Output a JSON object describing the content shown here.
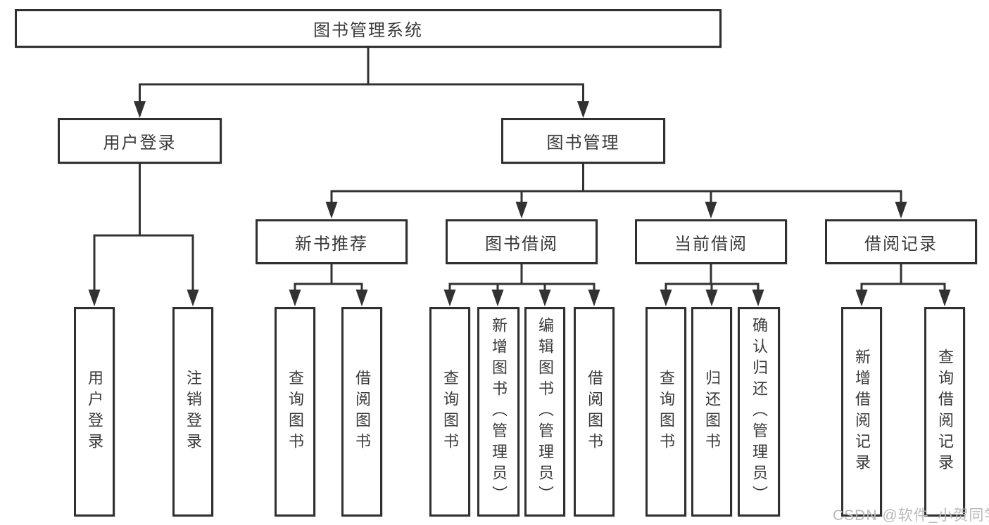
{
  "diagram": {
    "root": {
      "label": "图书管理系统"
    },
    "branches": [
      {
        "label": "用户登录",
        "children": [
          {
            "label": "用户登录"
          },
          {
            "label": "注销登录"
          }
        ]
      },
      {
        "label": "图书管理",
        "children": [
          {
            "label": "新书推荐",
            "children": [
              {
                "label": "查询图书"
              },
              {
                "label": "借阅图书"
              }
            ]
          },
          {
            "label": "图书借阅",
            "children": [
              {
                "label": "查询图书"
              },
              {
                "label": "新增图书（管理员）"
              },
              {
                "label": "编辑图书（管理员）"
              },
              {
                "label": "借阅图书"
              }
            ]
          },
          {
            "label": "当前借阅",
            "children": [
              {
                "label": "查询图书"
              },
              {
                "label": "归还图书"
              },
              {
                "label": "确认归还（管理员）"
              }
            ]
          },
          {
            "label": "借阅记录",
            "children": [
              {
                "label": "新增借阅记录"
              },
              {
                "label": "查询借阅记录"
              }
            ]
          }
        ]
      }
    ],
    "watermark": "CSDN @软件_小贺同学",
    "colors": {
      "line": "#323232",
      "border": "#303030",
      "text": "#3a3a3a",
      "watermark": "#b9b9b9",
      "background": "#ffffff"
    }
  }
}
